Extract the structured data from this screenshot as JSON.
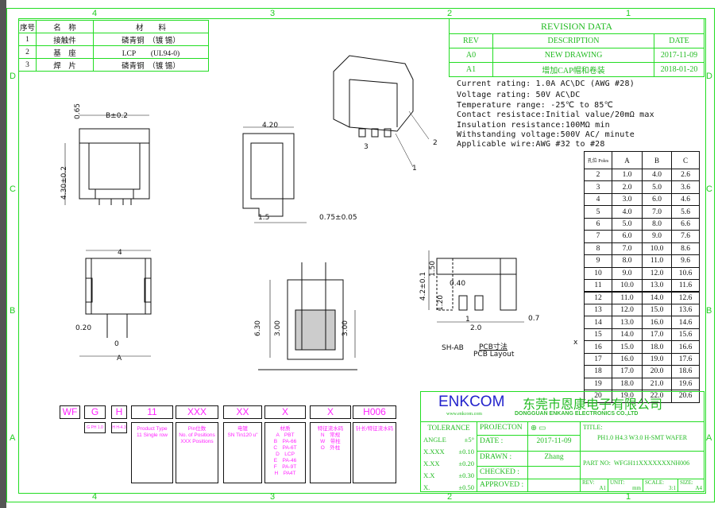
{
  "zones": {
    "top": [
      "4",
      "3",
      "2",
      "1"
    ],
    "side": [
      "D",
      "C",
      "B",
      "A"
    ]
  },
  "parts_table": {
    "headers": [
      "序号",
      "名　称",
      "材　　料"
    ],
    "rows": [
      [
        "1",
        "接触件",
        "磷青铜　（镀 锡）"
      ],
      [
        "2",
        "基　座",
        "LCP　　(UL94-0)"
      ],
      [
        "3",
        "焊　片",
        "磷青铜　（镀 锡）"
      ]
    ]
  },
  "revision": {
    "title": "REVISION DATA",
    "headers": [
      "REV",
      "DESCRIPTION",
      "DATE"
    ],
    "rows": [
      [
        "A0",
        "NEW DRAWING",
        "2017-11-09"
      ],
      [
        "A1",
        "增加CAP帽和卷装",
        "2018-01-20"
      ]
    ]
  },
  "specs": [
    "Current rating: 1.0A AC\\DC (AWG #28)",
    "Voltage rating: 50V AC\\DC",
    "Temperature range: -25℃ to 85℃",
    "Contact resistace:Initial value/20mΩ max",
    "Insulation resistance:100MΩ min",
    "Withstanding voltage:500V AC/ minute",
    "Applicable wire:AWG #32 to #28"
  ],
  "poles_table": {
    "headers": [
      "孔位 Poles",
      "A",
      "B",
      "C"
    ],
    "rows": [
      [
        "2",
        "1.0",
        "4.0",
        "2.6"
      ],
      [
        "3",
        "2.0",
        "5.0",
        "3.6"
      ],
      [
        "4",
        "3.0",
        "6.0",
        "4.6"
      ],
      [
        "5",
        "4.0",
        "7.0",
        "5.6"
      ],
      [
        "6",
        "5.0",
        "8.0",
        "6.6"
      ],
      [
        "7",
        "6.0",
        "9.0",
        "7.6"
      ],
      [
        "8",
        "7.0",
        "10.0",
        "8.6"
      ],
      [
        "9",
        "8.0",
        "11.0",
        "9.6"
      ],
      [
        "10",
        "9.0",
        "12.0",
        "10.6"
      ],
      [
        "11",
        "10.0",
        "13.0",
        "11.6"
      ],
      [
        "12",
        "11.0",
        "14.0",
        "12.6"
      ],
      [
        "13",
        "12.0",
        "15.0",
        "13.6"
      ],
      [
        "14",
        "13.0",
        "16.0",
        "14.6"
      ],
      [
        "15",
        "14.0",
        "17.0",
        "15.6"
      ],
      [
        "16",
        "15.0",
        "18.0",
        "16.6"
      ],
      [
        "17",
        "16.0",
        "19.0",
        "17.6"
      ],
      [
        "18",
        "17.0",
        "20.0",
        "18.6"
      ],
      [
        "19",
        "18.0",
        "21.0",
        "19.6"
      ],
      [
        "20",
        "19.0",
        "22.0",
        "20.6"
      ]
    ]
  },
  "dims": {
    "b": "B±0.2",
    "d065": "0.65",
    "h430": "4.30±0.2",
    "w420": "4.20",
    "d15": "1.5",
    "d075": "0.75±0.05",
    "w4": "4",
    "d020": "0.20",
    "d0": "0",
    "a": "A",
    "h630": "6.30",
    "h300a": "3.00",
    "h300b": "3.00",
    "d150": "1.50",
    "d42": "4.2±0.1",
    "d040": "0.40",
    "d120": "1.20",
    "d1": "1",
    "d20": "2.0",
    "d07": "0.7",
    "sh": "SH-AB",
    "pcb_cn": "PCB寸法",
    "pcb_en": "PCB Layout",
    "x": "x",
    "b1": "1",
    "b2": "2",
    "b3": "3"
  },
  "part_code": {
    "boxes": [
      "WF",
      "G",
      "H",
      "11",
      "XXX",
      "XX",
      "X",
      "X",
      "H006"
    ],
    "g_note": "G  PH 1.0",
    "h_note": "H  H-4.3",
    "desc": {
      "type": [
        "Product Type",
        "11  Single row"
      ],
      "pins": [
        "Pin位数",
        "No. of Positions",
        "XXX  Positions"
      ],
      "plating": [
        "电镀",
        "SN Tin120 u\""
      ],
      "material": [
        "材质",
        "A　PBT",
        "B　PA-66",
        "C　PA-6T",
        "D　LCP",
        "E　PA-46",
        "F　PA-9T",
        "H　PA4T"
      ],
      "feature": [
        "特征流水码",
        "N　常规",
        "W　带柱",
        "O　外柱"
      ],
      "serial": [
        "针长/特征流水码"
      ]
    }
  },
  "title_block": {
    "brand": "ENKCOM",
    "url": "www.enkcom.com",
    "company_cn": "东莞市恩康电子有限公司",
    "company_en": "DONGGUAN ENKANG ELECTRONICS CO.,LTD",
    "tolerance": "TOLERANCE",
    "tol_rows": [
      [
        "ANGLE",
        "±5°"
      ],
      [
        "X.XXX",
        "±0.10"
      ],
      [
        "X.XX",
        "±0.20"
      ],
      [
        "X.X",
        "±0.30"
      ],
      [
        "X.",
        "±0.50"
      ]
    ],
    "projection": "PROJECTON",
    "date_label": "DATE :",
    "date": "2017-11-09",
    "drawn_label": "DRAWN :",
    "drawn": "Zhang",
    "checked_label": "CHECKED :",
    "approved_label": "APPROVED :",
    "title_label": "TITLE:",
    "title": "PH1.0  H4.3 W3.0 H-SMT WAFER",
    "part_no_label": "PART NO:",
    "part_no": "WFGH11XXXXXXXNH006",
    "rev_label": "REV:",
    "rev": "A1",
    "unit_label": "UNIT:",
    "unit": "mm",
    "scale_label": "SCALE:",
    "scale": "3:1",
    "size_label": "SIZE:",
    "size": "A4"
  }
}
